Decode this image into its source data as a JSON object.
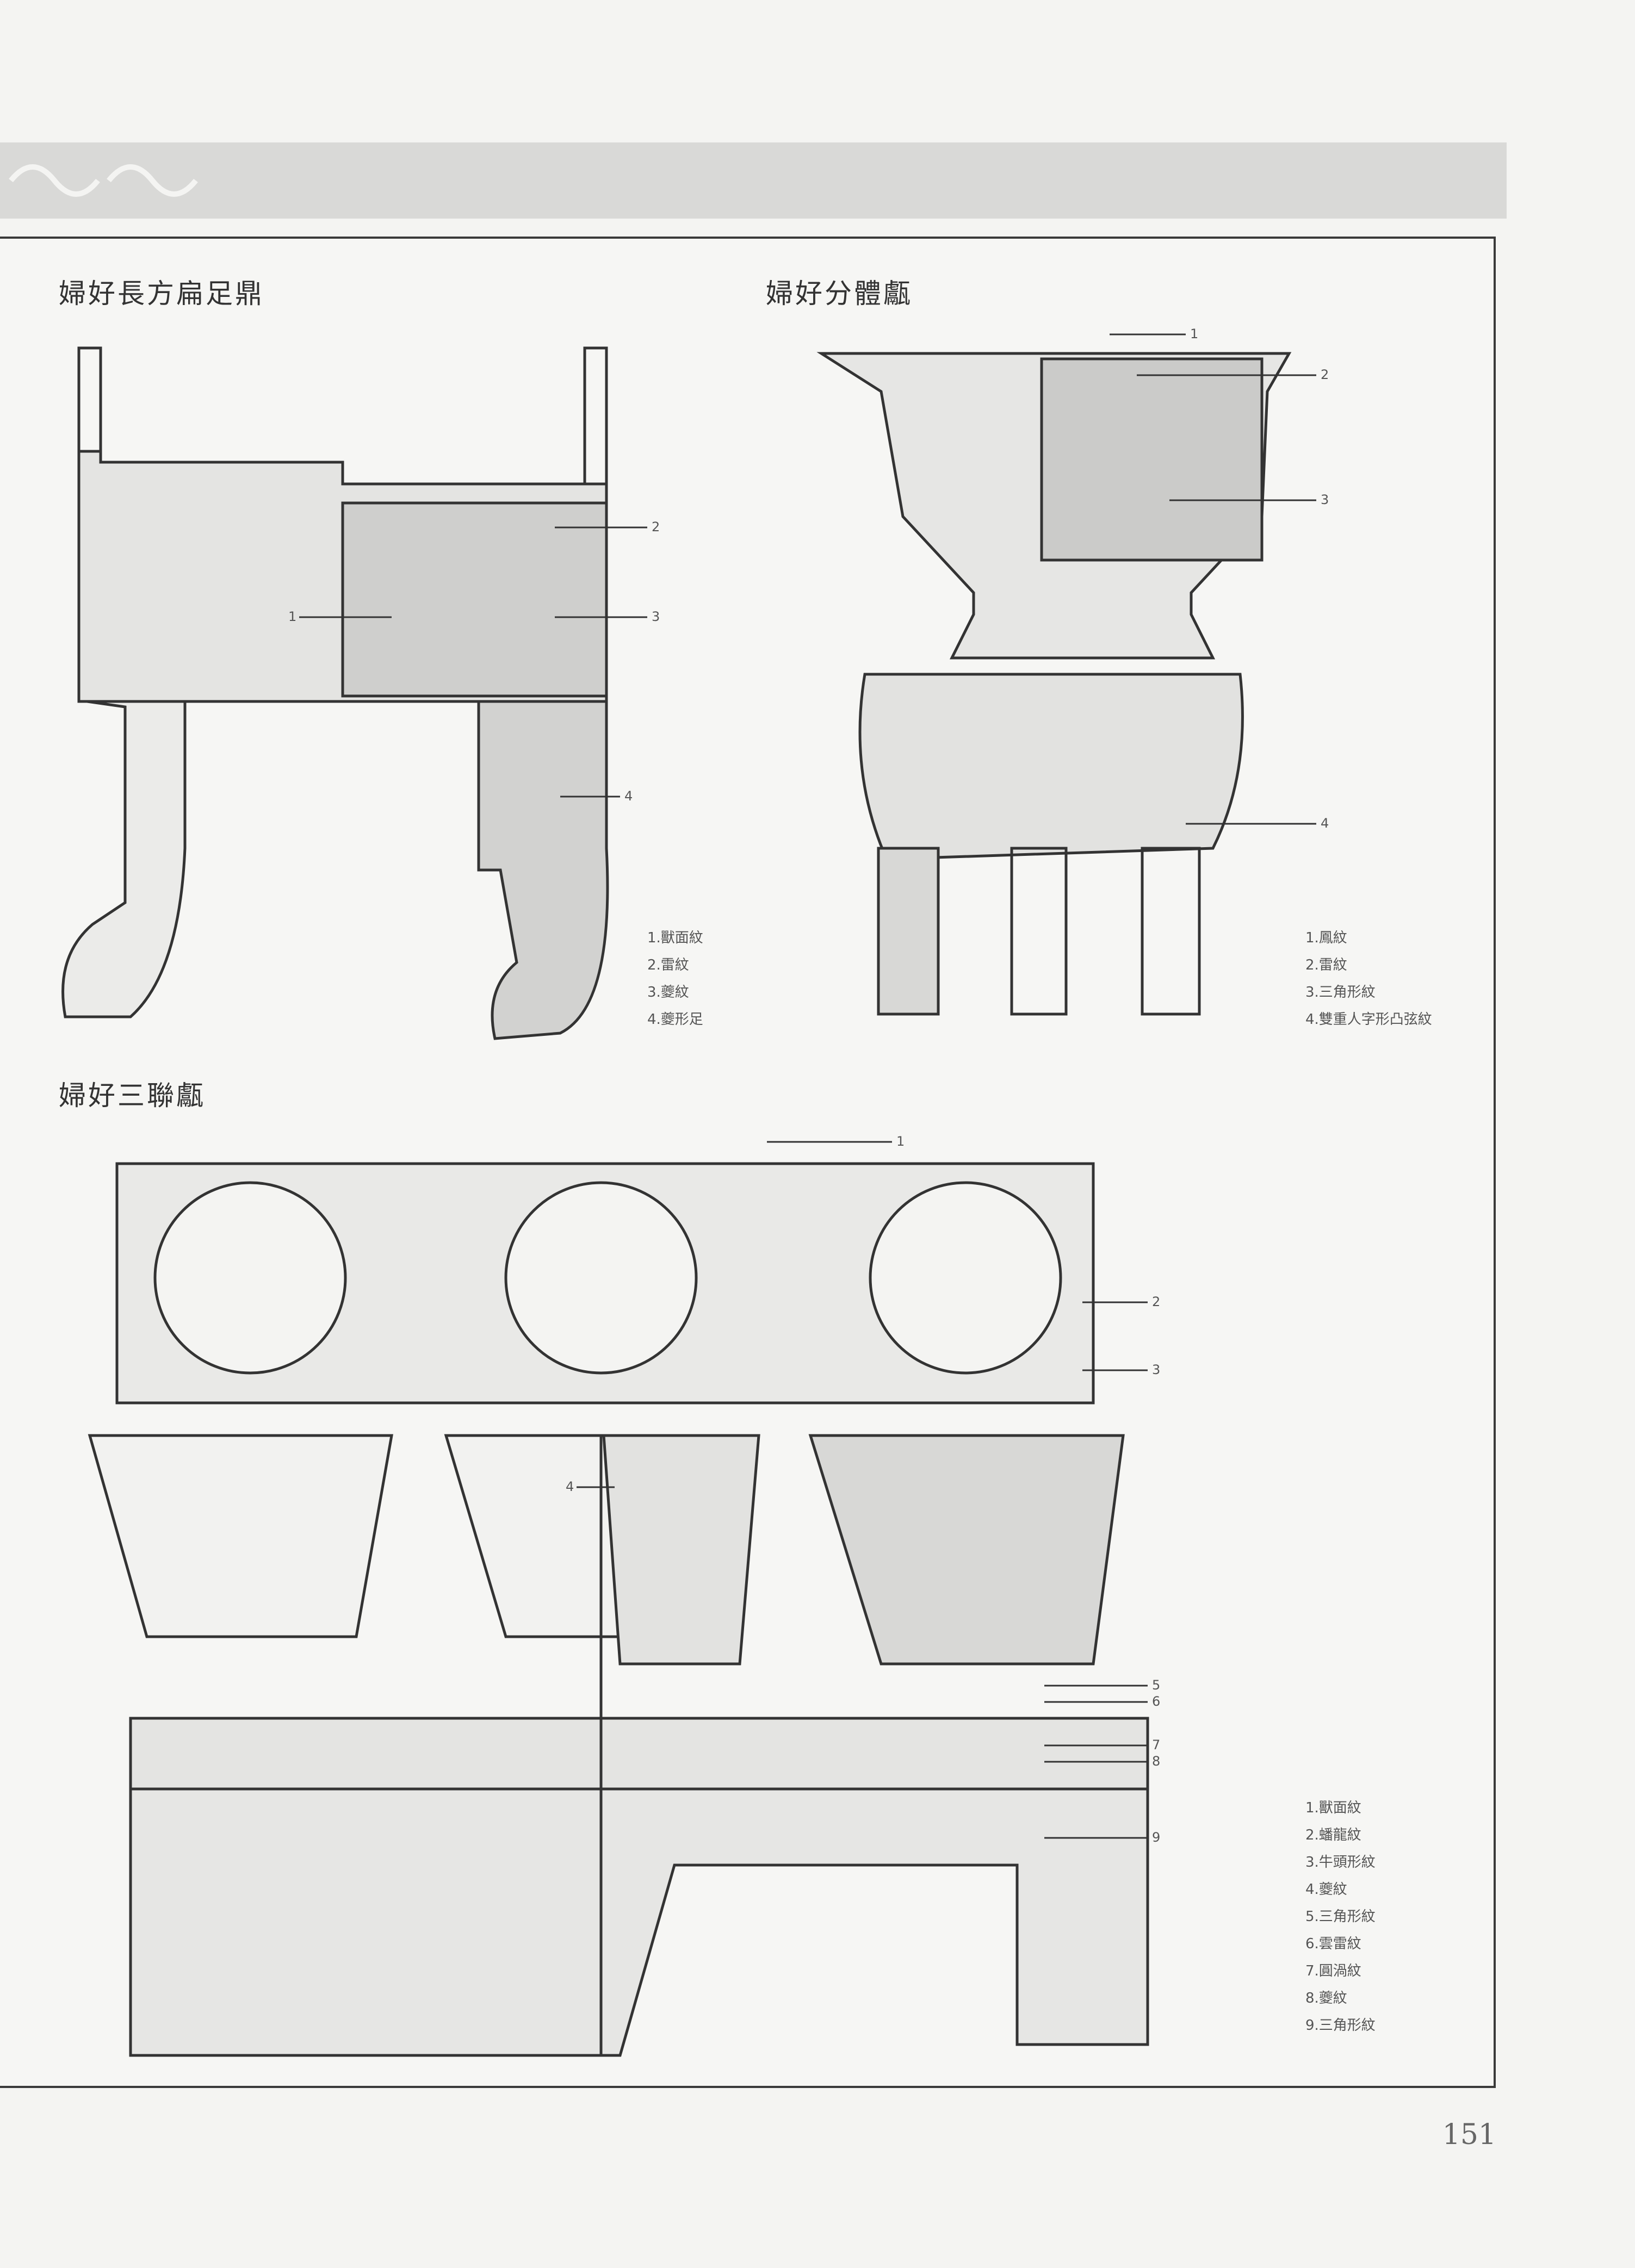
{
  "figures": [
    {
      "title": "婦好長方扁足鼎",
      "legend": [
        "1.獸面紋",
        "2.雷紋",
        "3.夔紋",
        "4.夔形足"
      ],
      "callouts": [
        "1",
        "2",
        "3",
        "4"
      ]
    },
    {
      "title": "婦好分體甗",
      "legend": [
        "1.鳳紋",
        "2.雷紋",
        "3.三角形紋",
        "4.雙重人字形凸弦紋"
      ],
      "callouts": [
        "1",
        "2",
        "3",
        "4"
      ]
    },
    {
      "title": "婦好三聯甗",
      "legend": [
        "1.獸面紋",
        "2.蟠龍紋",
        "3.牛頭形紋",
        "4.夔紋",
        "5.三角形紋",
        "6.雲雷紋",
        "7.圓渦紋",
        "8.夔紋",
        "9.三角形紋"
      ],
      "callouts": [
        "1",
        "2",
        "3",
        "4",
        "5",
        "6",
        "7",
        "8",
        "9"
      ]
    }
  ],
  "page_number": "151"
}
